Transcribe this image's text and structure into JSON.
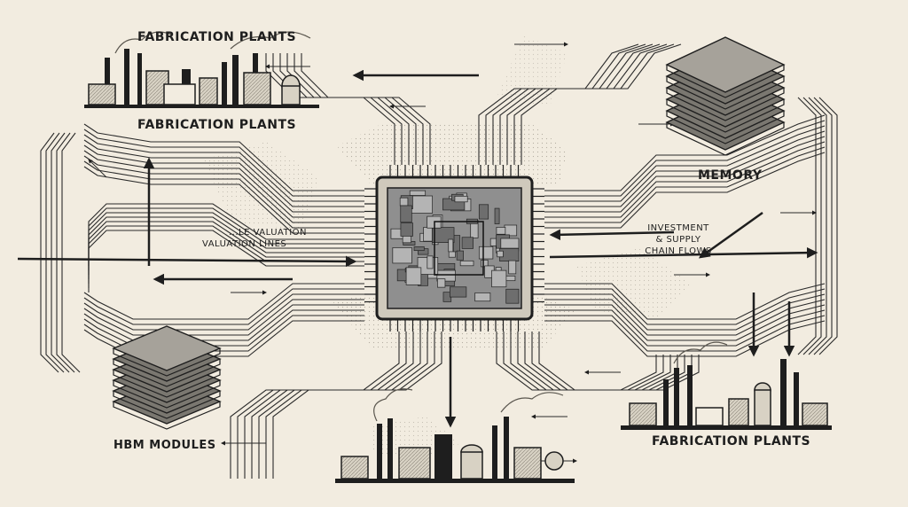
{
  "labels": {
    "fab_top": "FABRICATION PLANTS",
    "fab_top_2": "FABRICATION PLANTS",
    "memory": "MEMORY",
    "valuation_1": "...LE VALUATION",
    "valuation_2": "VALUATION LINES",
    "investment_1": "INVESTMENT",
    "investment_2": "& SUPPLY",
    "investment_3": "CHAIN FLOWS",
    "hbm": "HBM MODULES",
    "fab_bottom_right": "FABRICATION PLANTS"
  },
  "colors": {
    "background": "#f2ece0",
    "ink": "#1e1e1e",
    "chip_fill": "#9a9a9a",
    "hatch": "#bdb8ad"
  }
}
